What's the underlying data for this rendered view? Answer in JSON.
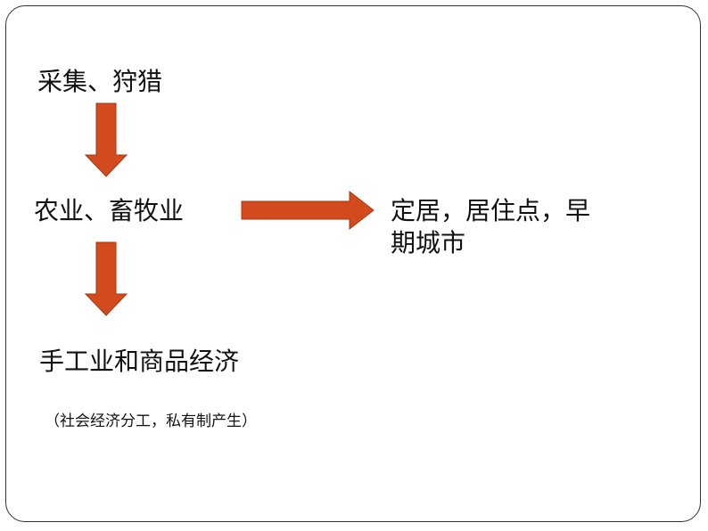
{
  "nodes": {
    "gathering_hunting": "采集、狩猎",
    "agriculture_husbandry": "农业、畜牧业",
    "settlement": "定居，居住点，早期城市",
    "handicraft_commodity": "手工业和商品经济",
    "note": "（社会经济分工，私有制产生）"
  },
  "colors": {
    "arrow_fill": "#D24A1D",
    "arrow_stroke": "#A8380F",
    "frame": "#333333",
    "text": "#111111"
  }
}
